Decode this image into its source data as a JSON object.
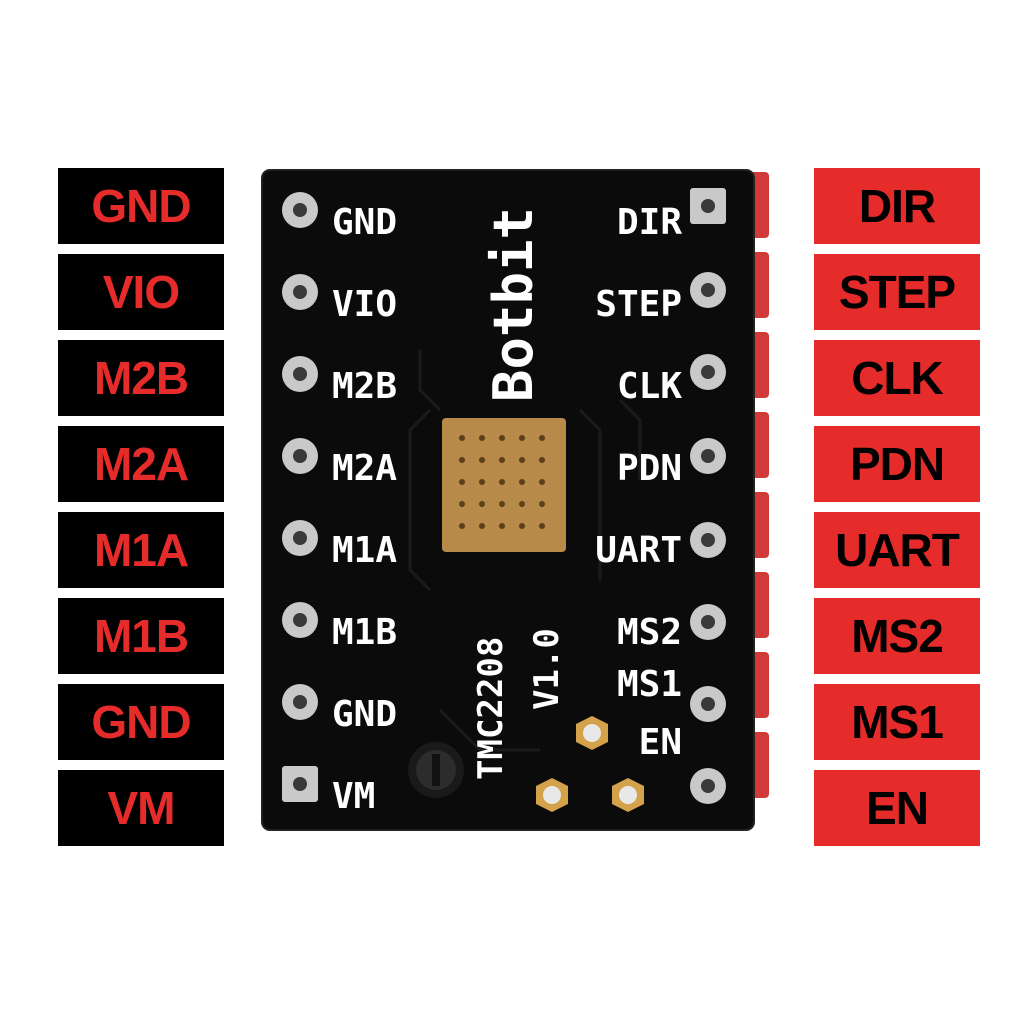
{
  "colors": {
    "left_label_bg": "#000000",
    "left_label_text": "#e62b2b",
    "right_label_bg": "#e62b2b",
    "right_label_text": "#000000",
    "board": "#0b0b0b",
    "pad_metal": "#c9c9c9",
    "chip_pad": "#b88a4a"
  },
  "left_pins": [
    "GND",
    "VIO",
    "M2B",
    "M2A",
    "M1A",
    "M1B",
    "GND",
    "VM"
  ],
  "right_pins": [
    "DIR",
    "STEP",
    "CLK",
    "PDN",
    "UART",
    "MS2",
    "MS1",
    "EN"
  ],
  "board": {
    "left_silk": [
      "GND",
      "VIO",
      "M2B",
      "M2A",
      "M1A",
      "M1B",
      "GND",
      "VM"
    ],
    "right_silk": [
      "DIR",
      "STEP",
      "CLK",
      "PDN",
      "UART",
      "MS2",
      "MS1",
      "EN"
    ],
    "brand": "Botbit",
    "model": "TMC2208",
    "version": "V1.0"
  }
}
